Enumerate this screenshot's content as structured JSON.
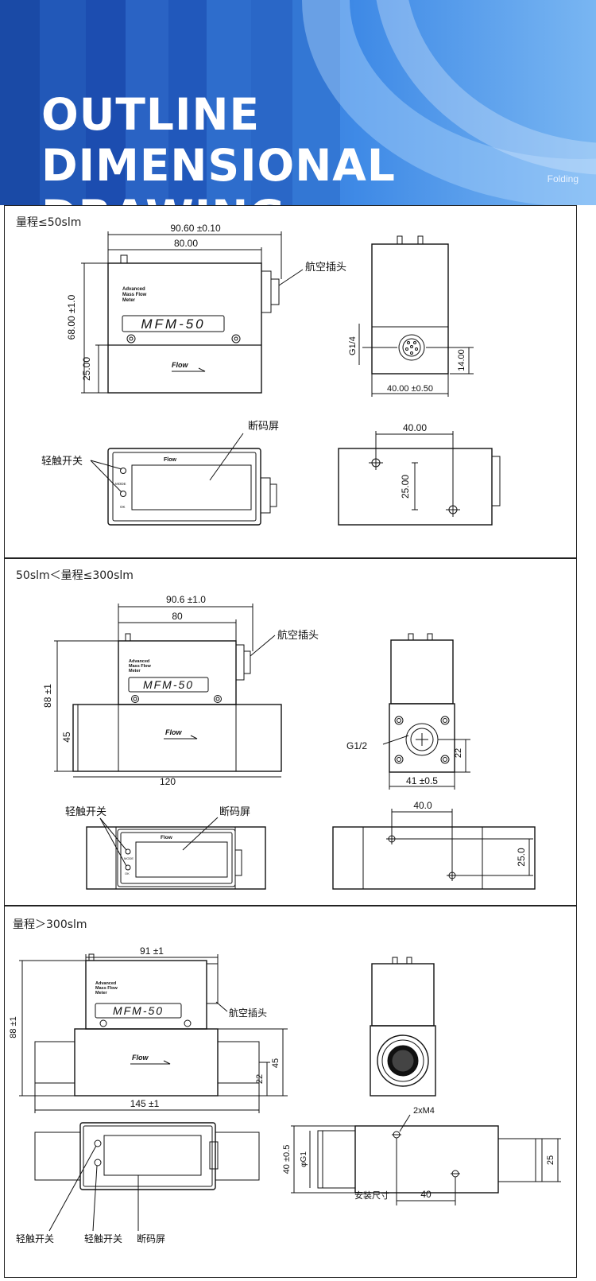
{
  "banner": {
    "title_line1": "OUTLINE DIMENSIONAL",
    "title_line2": "DRAWING",
    "folding": "Folding"
  },
  "product": {
    "brand_line1": "Advanced",
    "brand_line2": "Mass Flow",
    "brand_line3": "Meter",
    "model": "MFM-50",
    "flow": "Flow",
    "mode": "MODE",
    "ok": "OK"
  },
  "labels": {
    "connector": "航空插头",
    "touch_switch": "轻触开关",
    "display": "断码屏",
    "install_size": "安装尺寸"
  },
  "section1": {
    "range": "量程≤50slm",
    "dim_total_width": "90.60 ±0.10",
    "dim_body_width": "80.00",
    "dim_height": "68.00 ±1.0",
    "dim_base": "25.00",
    "thread": "G1/4",
    "dim_side_height": "14.00",
    "dim_side_width": "40.00 ±0.50",
    "dim_mount_h": "40.00",
    "dim_mount_v": "25.00"
  },
  "section2": {
    "range": "50slm＜量程≤300slm",
    "dim_total_width": "90.6 ±1.0",
    "dim_body_width": "80",
    "dim_height": "88 ±1",
    "dim_base": "45",
    "dim_base_width": "120",
    "thread": "G1/2",
    "dim_side_height": "22",
    "dim_side_width": "41 ±0.5",
    "dim_mount_h": "40.0",
    "dim_mount_v": "25.0"
  },
  "section3": {
    "range": "量程＞300slm",
    "dim_total_width": "91 ±1",
    "dim_height": "88 ±1",
    "dim_base": "45",
    "dim_center": "22",
    "dim_base_width": "145 ±1",
    "holes": "2xM4",
    "dim_side_height": "40 ±0.5",
    "thread": "φG1",
    "dim_mount_v": "25",
    "dim_mount_h": "40"
  }
}
